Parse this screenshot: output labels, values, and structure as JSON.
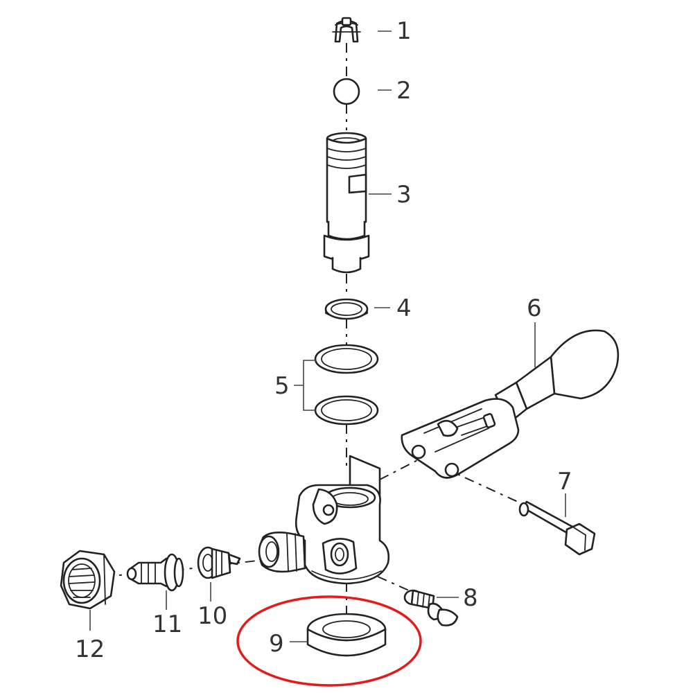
{
  "callouts": [
    {
      "id": "1",
      "label": "1"
    },
    {
      "id": "2",
      "label": "2"
    },
    {
      "id": "3",
      "label": "3"
    },
    {
      "id": "4",
      "label": "4"
    },
    {
      "id": "5",
      "label": "5"
    },
    {
      "id": "6",
      "label": "6"
    },
    {
      "id": "7",
      "label": "7"
    },
    {
      "id": "8",
      "label": "8"
    },
    {
      "id": "9",
      "label": "9"
    },
    {
      "id": "10",
      "label": "10"
    },
    {
      "id": "11",
      "label": "11"
    },
    {
      "id": "12",
      "label": "12"
    }
  ],
  "highlight": {
    "part": "9",
    "color": "#e31b1b"
  },
  "line_color": "#222222"
}
